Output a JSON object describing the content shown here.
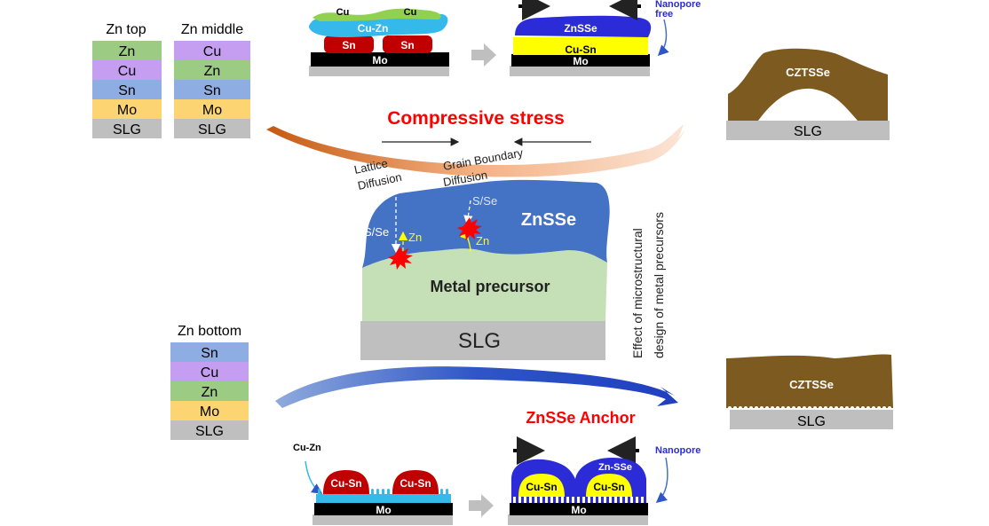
{
  "stacks": {
    "zn_top": {
      "title": "Zn top",
      "layers": [
        "Zn",
        "Cu",
        "Sn",
        "Mo",
        "SLG"
      ]
    },
    "zn_middle": {
      "title": "Zn middle",
      "layers": [
        "Cu",
        "Zn",
        "Sn",
        "Mo",
        "SLG"
      ]
    },
    "zn_bottom": {
      "title": "Zn bottom",
      "layers": [
        "Sn",
        "Cu",
        "Zn",
        "Mo",
        "SLG"
      ]
    }
  },
  "top_process": {
    "left": {
      "cu_a": "Cu",
      "cu_b": "Cu",
      "cuzn": "Cu-Zn",
      "sn_a": "Sn",
      "sn_b": "Sn",
      "mo": "Mo"
    },
    "right": {
      "znsse": "ZnSSe",
      "cusn": "Cu-Sn",
      "mo": "Mo",
      "nanopore_1": "Nanopore",
      "nanopore_2": "free"
    }
  },
  "top_result": {
    "film": "CZTSSe",
    "substrate": "SLG"
  },
  "stress": {
    "label": "Compressive stress"
  },
  "center": {
    "lattice_1": "Lattice",
    "lattice_2": "Diffusion",
    "gb_1": "Grain Boundary",
    "gb_2": "Diffusion",
    "sse_left": "S/Se",
    "zn_left": "Zn",
    "sse_right": "S/Se",
    "zn_right": "Zn",
    "znsse": "ZnSSe",
    "metal": "Metal precursor",
    "slg": "SLG"
  },
  "side_note": {
    "line1": "Effect of microstructural",
    "line2": "design of metal precursors"
  },
  "bottom_result": {
    "film": "CZTSSe",
    "substrate": "SLG"
  },
  "anchor": {
    "label": "ZnSSe Anchor"
  },
  "bottom_process": {
    "left": {
      "cuzn": "Cu-Zn",
      "cusn_a": "Cu-Sn",
      "cusn_b": "Cu-Sn",
      "mo": "Mo"
    },
    "right": {
      "znsse": "Zn-SSe",
      "cusn_a": "Cu-Sn",
      "cusn_b": "Cu-Sn",
      "mo": "Mo",
      "nanopore": "Nanopore"
    }
  },
  "colors": {
    "zn": "#9ccb84",
    "cu": "#c59ef2",
    "sn": "#8eaee3",
    "mo": "#fcd572",
    "slg": "#bfbfbf",
    "znsse_blue": "#2b2bd8",
    "cuzn_cyan": "#35b9ea",
    "cusn_yellow": "#ffff00",
    "sn_red": "#c00000",
    "czts_brown": "#7d5a1f",
    "stress_red": "#ff0000",
    "center_blue": "#4472c4",
    "precursor_green": "#c5dfb7"
  }
}
